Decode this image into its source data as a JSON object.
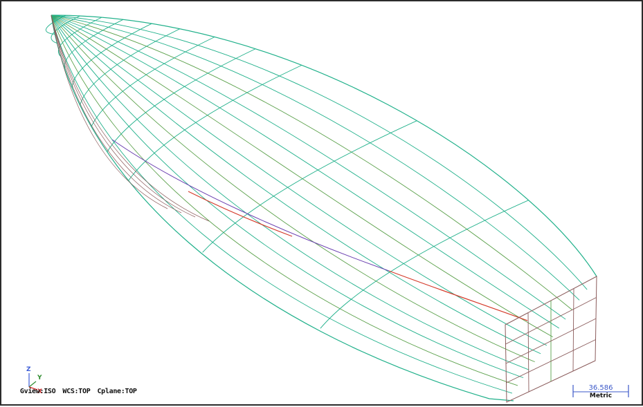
{
  "status_bar": {
    "gview": "Gview:ISO",
    "wcs": "WCS:TOP",
    "cplane": "Cplane:TOP"
  },
  "triad": {
    "z_label": "Z",
    "y_label": "Y",
    "x_label": "X",
    "colors": {
      "z": "#3b5bd6",
      "y": "#2e8b2e",
      "x": "#d62828"
    }
  },
  "scale_indicator": {
    "value": "36.586",
    "unit": "Metric"
  },
  "colors": {
    "hull_wire": "#1fb08a",
    "hull_wire_alt": "#5aa04a",
    "transom_wire": "#8a5a5a",
    "chine_line": "#d43a2a",
    "chine_line_alt": "#6a3fb0"
  }
}
